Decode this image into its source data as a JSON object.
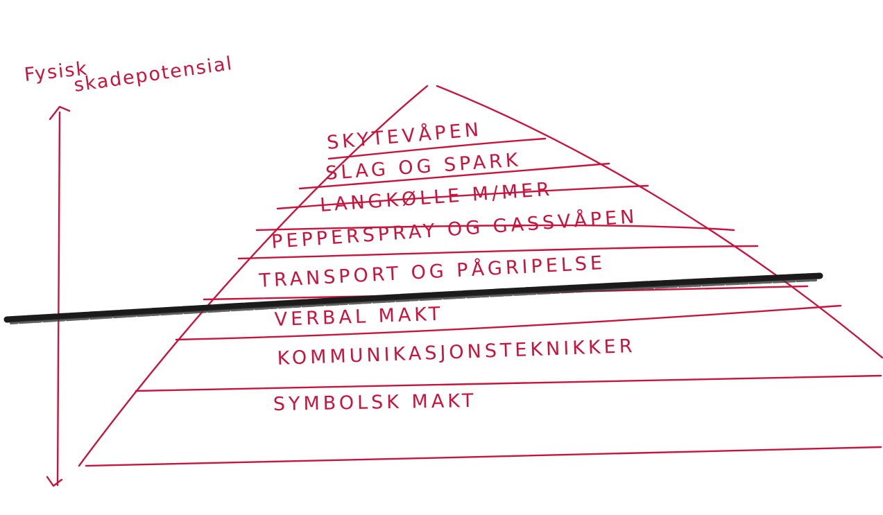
{
  "colors": {
    "ink": "#c8143c",
    "marker": "#1b1b1b",
    "background": "#ffffff"
  },
  "axis": {
    "label_line1": "Fysisk",
    "label_line2": "skadepotensial"
  },
  "pyramid": {
    "levels": [
      {
        "label": "SKYTEVÅPEN"
      },
      {
        "label": "SLAG OG SPARK"
      },
      {
        "label": "LANGKØLLE M/MER"
      },
      {
        "label": "PEPPERSPRAY OG GASSVÅPEN"
      },
      {
        "label": "TRANSPORT OG PÅGRIPELSE"
      },
      {
        "label": "VERBAL MAKT"
      },
      {
        "label": "KOMMUNIKASJONSTEKNIKKER"
      },
      {
        "label": "SYMBOLSK MAKT"
      }
    ]
  }
}
